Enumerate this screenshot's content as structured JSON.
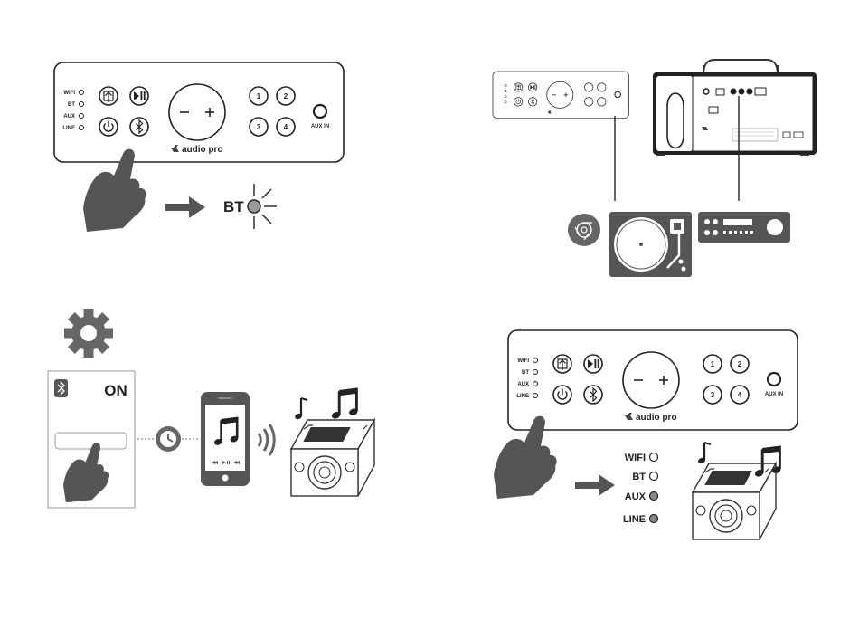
{
  "panel": {
    "indicators": [
      "WIFI",
      "BT",
      "AUX",
      "LINE"
    ],
    "presets": [
      "1",
      "2",
      "3",
      "4"
    ],
    "aux_label": "AUX IN",
    "brand": "audio pro",
    "volume_minus": "−",
    "volume_plus": "+"
  },
  "step1": {
    "led_label": "BT"
  },
  "step3": {
    "toggle_state": "ON"
  },
  "step4": {
    "leds": [
      "WIFI",
      "BT",
      "AUX",
      "LINE"
    ]
  },
  "colors": {
    "ink": "#222222",
    "hand": "#555555",
    "icon": "#666666",
    "led_on": "#888888"
  }
}
